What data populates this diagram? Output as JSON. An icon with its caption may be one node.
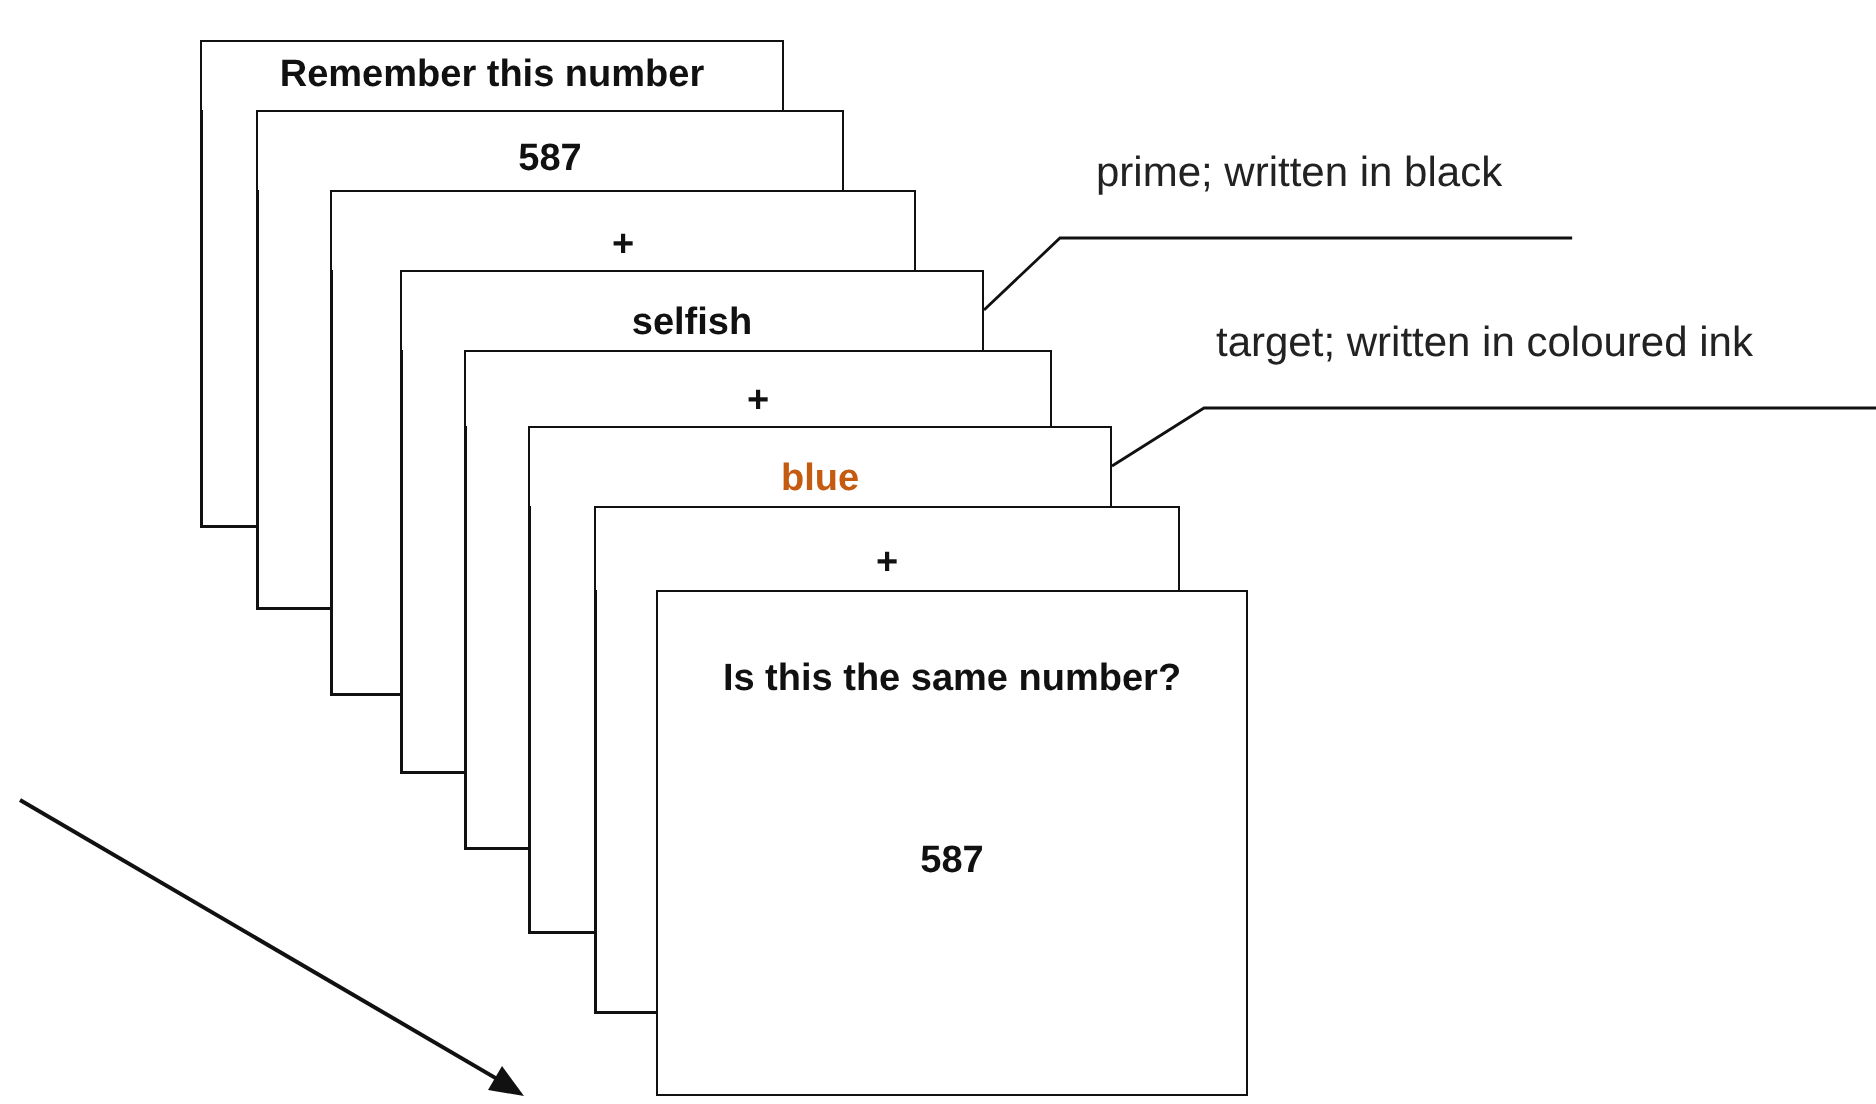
{
  "diagram": {
    "nodes": [
      {
        "text": [
          "Remember this number"
        ]
      },
      {
        "text": [
          "587"
        ]
      },
      {
        "text": [
          "+"
        ]
      },
      {
        "text": [
          "selfish"
        ]
      },
      {
        "text": [
          "+"
        ]
      },
      {
        "text": [
          "blue"
        ]
      },
      {
        "text": [
          "+"
        ]
      },
      {
        "text": [
          "Is this the same number?",
          "587"
        ]
      },
      {
        "text": [
          "prime; written in black"
        ]
      },
      {
        "text": [
          "target; written in coloured ink"
        ]
      }
    ],
    "edges": [
      {
        "from": 8,
        "to": 3,
        "arrow": "none"
      },
      {
        "from": 9,
        "to": 5,
        "arrow": "none"
      }
    ]
  }
}
